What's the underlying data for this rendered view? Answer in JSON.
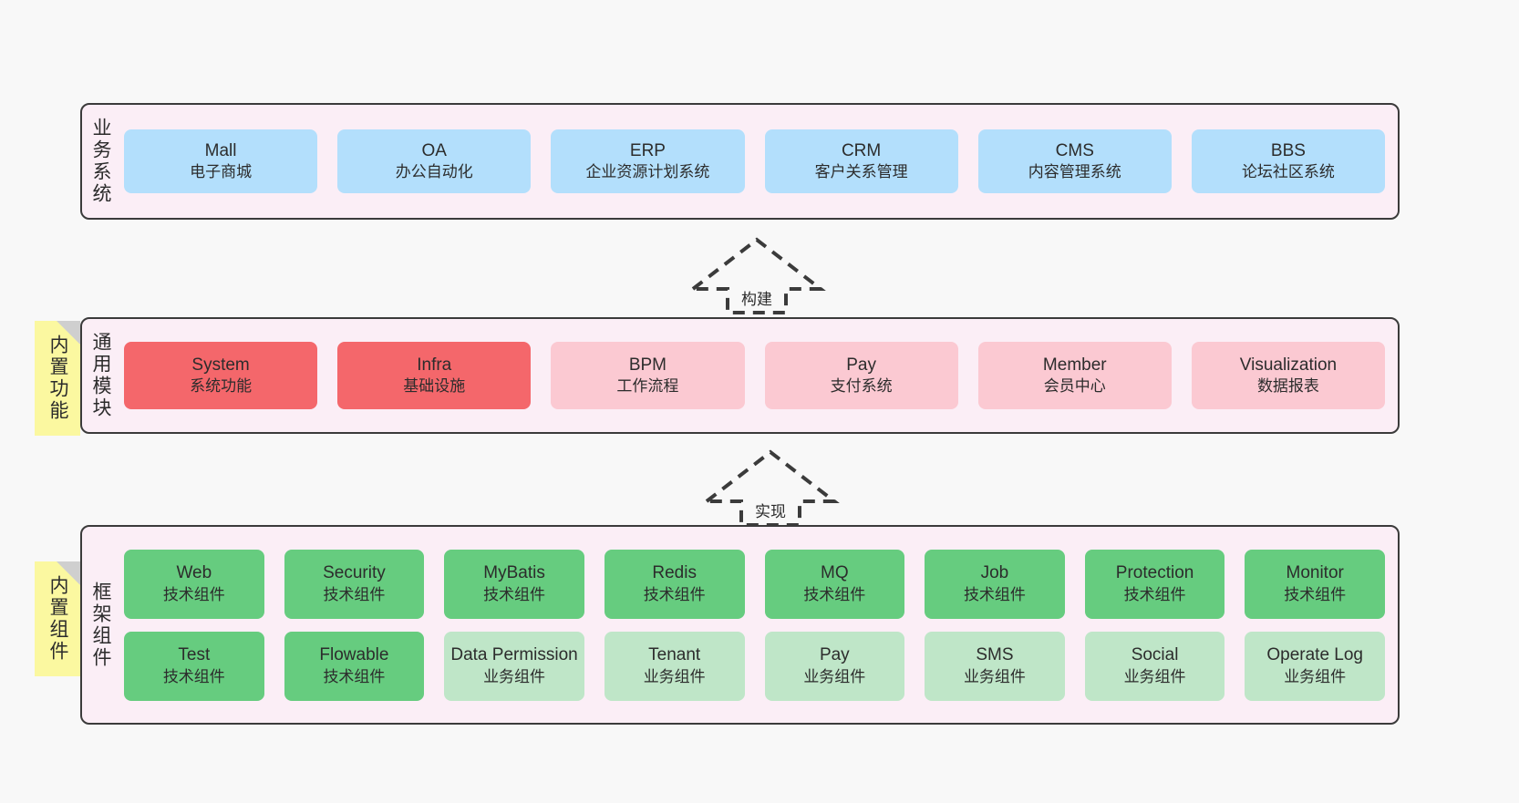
{
  "diagram": {
    "background_color": "#f8f8f8",
    "layer_fill": "#fbeef6",
    "layer_border": "#3b3b3b",
    "sticky_color": "#fbf8a0",
    "colors": {
      "blue": "#b3dffc",
      "red": "#f4676b",
      "pink": "#fbc9d2",
      "green": "#66cc7f",
      "light_green": "#bfe6c8"
    }
  },
  "business_layer": {
    "title": "业务系统",
    "cards": [
      {
        "en": "Mall",
        "cn": "电子商城",
        "color": "blue"
      },
      {
        "en": "OA",
        "cn": "办公自动化",
        "color": "blue"
      },
      {
        "en": "ERP",
        "cn": "企业资源计划系统",
        "color": "blue"
      },
      {
        "en": "CRM",
        "cn": "客户关系管理",
        "color": "blue"
      },
      {
        "en": "CMS",
        "cn": "内容管理系统",
        "color": "blue"
      },
      {
        "en": "BBS",
        "cn": "论坛社区系统",
        "color": "blue"
      }
    ]
  },
  "arrow_build": {
    "label": "构建",
    "direction": "up",
    "style": "dashed-hollow"
  },
  "common_layer": {
    "title": "通用模块",
    "sticky": "内置功能",
    "cards": [
      {
        "en": "System",
        "cn": "系统功能",
        "color": "red"
      },
      {
        "en": "Infra",
        "cn": "基础设施",
        "color": "red"
      },
      {
        "en": "BPM",
        "cn": "工作流程",
        "color": "pink"
      },
      {
        "en": "Pay",
        "cn": "支付系统",
        "color": "pink"
      },
      {
        "en": "Member",
        "cn": "会员中心",
        "color": "pink"
      },
      {
        "en": "Visualization",
        "cn": "数据报表",
        "color": "pink"
      }
    ]
  },
  "arrow_realize": {
    "label": "实现",
    "direction": "up",
    "style": "dashed-hollow"
  },
  "framework_layer": {
    "title": "框架组件",
    "sticky": "内置组件",
    "row1": [
      {
        "en": "Web",
        "cn": "技术组件",
        "color": "green"
      },
      {
        "en": "Security",
        "cn": "技术组件",
        "color": "green"
      },
      {
        "en": "MyBatis",
        "cn": "技术组件",
        "color": "green"
      },
      {
        "en": "Redis",
        "cn": "技术组件",
        "color": "green"
      },
      {
        "en": "MQ",
        "cn": "技术组件",
        "color": "green"
      },
      {
        "en": "Job",
        "cn": "技术组件",
        "color": "green"
      },
      {
        "en": "Protection",
        "cn": "技术组件",
        "color": "green"
      },
      {
        "en": "Monitor",
        "cn": "技术组件",
        "color": "green"
      }
    ],
    "row2": [
      {
        "en": "Test",
        "cn": "技术组件",
        "color": "green"
      },
      {
        "en": "Flowable",
        "cn": "技术组件",
        "color": "green"
      },
      {
        "en": "Data Permission",
        "cn": "业务组件",
        "color": "light_green"
      },
      {
        "en": "Tenant",
        "cn": "业务组件",
        "color": "light_green"
      },
      {
        "en": "Pay",
        "cn": "业务组件",
        "color": "light_green"
      },
      {
        "en": "SMS",
        "cn": "业务组件",
        "color": "light_green"
      },
      {
        "en": "Social",
        "cn": "业务组件",
        "color": "light_green"
      },
      {
        "en": "Operate Log",
        "cn": "业务组件",
        "color": "light_green"
      }
    ]
  }
}
